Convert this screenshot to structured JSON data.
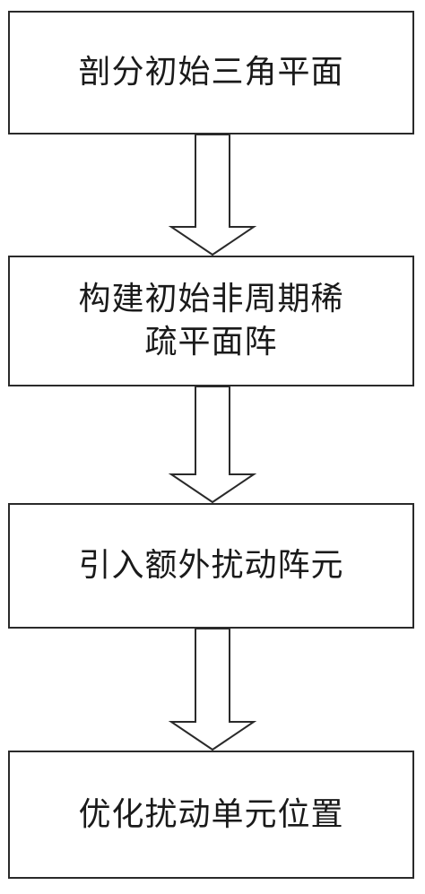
{
  "flowchart": {
    "steps": [
      {
        "label": "剖分初始三角平面"
      },
      {
        "label": "构建初始非周期稀疏平面阵"
      },
      {
        "label": "引入额外扰动阵元"
      },
      {
        "label": "优化扰动单元位置"
      }
    ]
  },
  "colors": {
    "stroke": "#2a2a2a",
    "text": "#1a1a1a",
    "background": "#ffffff"
  }
}
